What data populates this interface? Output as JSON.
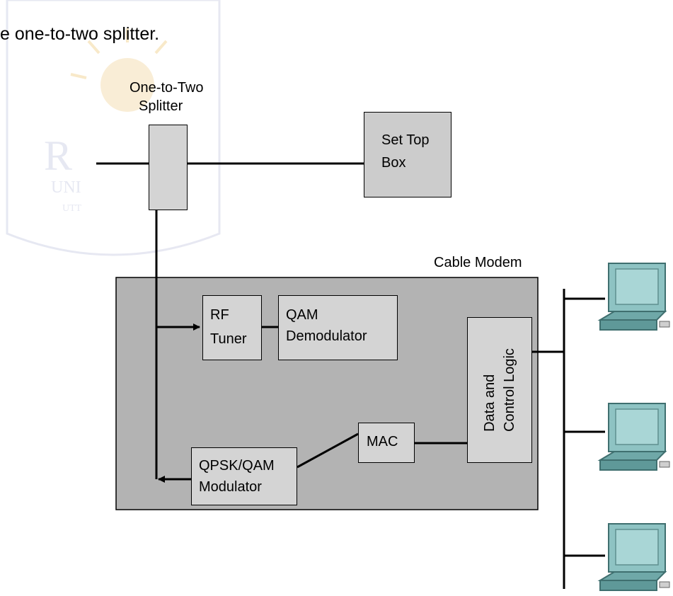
{
  "caption": "e one-to-two splitter.",
  "watermark": {
    "letters_1": "R",
    "letters_2": "UNI",
    "letters_3": "UTT"
  },
  "labels": {
    "splitter_line1": "One-to-Two",
    "splitter_line2": "Splitter",
    "settop_line1": "Set Top",
    "settop_line2": "Box",
    "cable_modem": "Cable Modem",
    "rf_line1": "RF",
    "rf_line2": "Tuner",
    "qam_demod_line1": "QAM",
    "qam_demod_line2": "Demodulator",
    "dcl_line1": "Data and",
    "dcl_line2": "Control Logic",
    "mac": "MAC",
    "qpsk_line1": "QPSK/QAM",
    "qpsk_line2": "Modulator"
  },
  "colors": {
    "modem_fill": "#b3b3b3",
    "block_fill": "#d4d4d4",
    "box_fill": "#cccccc",
    "computer_screen": "#8ec3c3",
    "watermark": "#c9cde3"
  },
  "icons": [
    "computer-icon",
    "computer-icon",
    "computer-icon"
  ]
}
